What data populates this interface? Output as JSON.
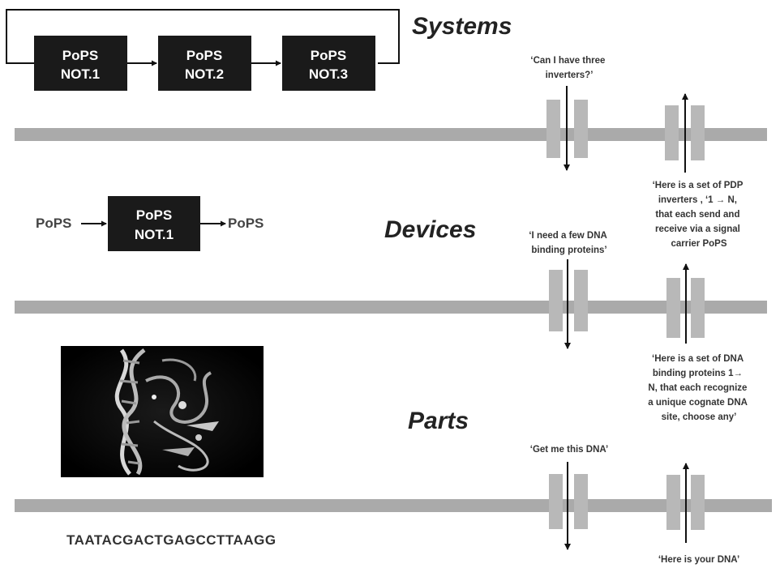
{
  "levels": {
    "systems": "Systems",
    "devices": "Devices",
    "parts": "Parts"
  },
  "systems": {
    "boxes": [
      {
        "line1": "PoPS",
        "line2": "NOT.1"
      },
      {
        "line1": "PoPS",
        "line2": "NOT.2"
      },
      {
        "line1": "PoPS",
        "line2": "NOT.3"
      }
    ],
    "request": [
      "‘Can I have three",
      "inverters?’"
    ],
    "response": [
      "‘Here is a set of PDP",
      "inverters , ‘1 → N,",
      "that each send and",
      "receive via a signal",
      "carrier PoPS"
    ]
  },
  "devices": {
    "input_label": "PoPS",
    "output_label": "PoPS",
    "box": {
      "line1": "PoPS",
      "line2": "NOT.1"
    },
    "request": [
      "‘I need a few DNA",
      "binding proteins’"
    ],
    "response": [
      "‘Here is a set of DNA",
      "binding proteins 1→",
      "N, that each recognize",
      "a unique cognate DNA",
      "site, choose any’"
    ]
  },
  "parts": {
    "image_description": "DNA-binding protein structure",
    "sequence": "TAATACGACTGAGCCTTAAGG",
    "request": [
      "‘Get me this DNA’"
    ],
    "response": [
      "‘Here is your DNA’"
    ]
  },
  "colors": {
    "bar": "#aaaaaa",
    "box": "#1a1a1a",
    "arrow": "#111111"
  }
}
